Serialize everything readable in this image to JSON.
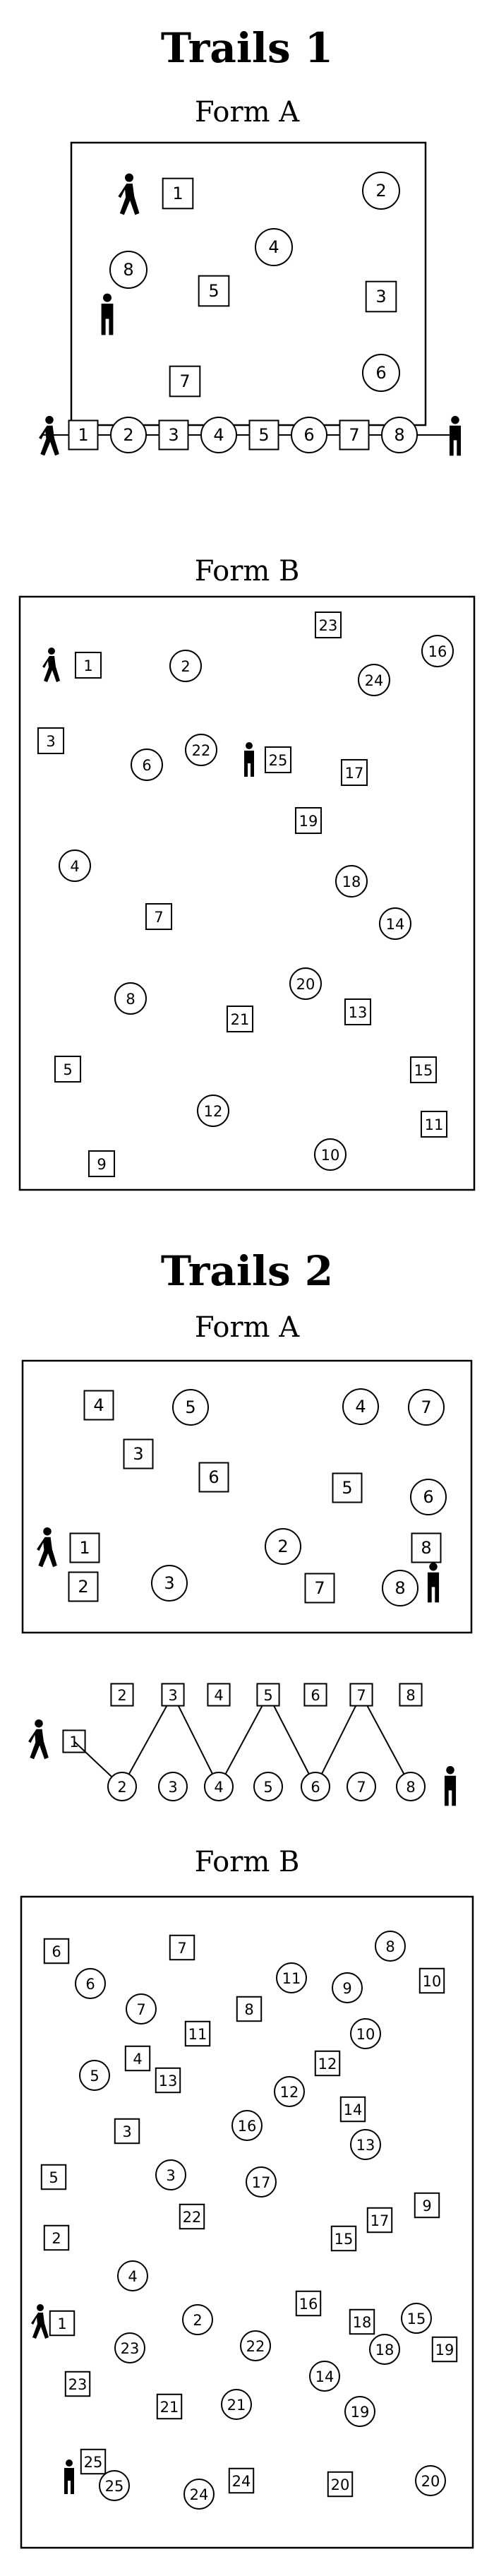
{
  "sections": [
    {
      "title": "Trails 1",
      "formA": {
        "label": "Form A",
        "items": [
          {
            "label": "1",
            "shape": "square"
          },
          {
            "label": "2",
            "shape": "circle"
          },
          {
            "label": "4",
            "shape": "circle"
          },
          {
            "label": "8",
            "shape": "circle"
          },
          {
            "label": "5",
            "shape": "square"
          },
          {
            "label": "3",
            "shape": "square"
          },
          {
            "label": "7",
            "shape": "square"
          },
          {
            "label": "6",
            "shape": "circle"
          }
        ],
        "sequence": [
          {
            "label": "1",
            "shape": "square"
          },
          {
            "label": "2",
            "shape": "circle"
          },
          {
            "label": "3",
            "shape": "square"
          },
          {
            "label": "4",
            "shape": "circle"
          },
          {
            "label": "5",
            "shape": "square"
          },
          {
            "label": "6",
            "shape": "circle"
          },
          {
            "label": "7",
            "shape": "square"
          },
          {
            "label": "8",
            "shape": "circle"
          }
        ]
      },
      "formB": {
        "label": "Form B",
        "items": [
          {
            "label": "23",
            "shape": "square"
          },
          {
            "label": "16",
            "shape": "circle"
          },
          {
            "label": "1",
            "shape": "square"
          },
          {
            "label": "2",
            "shape": "circle"
          },
          {
            "label": "24",
            "shape": "circle"
          },
          {
            "label": "3",
            "shape": "square"
          },
          {
            "label": "22",
            "shape": "circle"
          },
          {
            "label": "6",
            "shape": "circle"
          },
          {
            "label": "25",
            "shape": "square"
          },
          {
            "label": "17",
            "shape": "square"
          },
          {
            "label": "19",
            "shape": "square"
          },
          {
            "label": "4",
            "shape": "circle"
          },
          {
            "label": "18",
            "shape": "circle"
          },
          {
            "label": "7",
            "shape": "square"
          },
          {
            "label": "14",
            "shape": "circle"
          },
          {
            "label": "20",
            "shape": "circle"
          },
          {
            "label": "8",
            "shape": "circle"
          },
          {
            "label": "13",
            "shape": "square"
          },
          {
            "label": "21",
            "shape": "square"
          },
          {
            "label": "5",
            "shape": "square"
          },
          {
            "label": "15",
            "shape": "square"
          },
          {
            "label": "12",
            "shape": "circle"
          },
          {
            "label": "11",
            "shape": "square"
          },
          {
            "label": "10",
            "shape": "circle"
          },
          {
            "label": "9",
            "shape": "square"
          }
        ]
      }
    },
    {
      "title": "Trails 2",
      "formA": {
        "label": "Form A",
        "items": [
          {
            "label": "4",
            "shape": "square"
          },
          {
            "label": "5",
            "shape": "circle"
          },
          {
            "label": "4",
            "shape": "circle"
          },
          {
            "label": "7",
            "shape": "circle"
          },
          {
            "label": "3",
            "shape": "square"
          },
          {
            "label": "6",
            "shape": "square"
          },
          {
            "label": "5",
            "shape": "square"
          },
          {
            "label": "6",
            "shape": "circle"
          },
          {
            "label": "1",
            "shape": "square"
          },
          {
            "label": "2",
            "shape": "circle"
          },
          {
            "label": "8",
            "shape": "square"
          },
          {
            "label": "2",
            "shape": "square"
          },
          {
            "label": "3",
            "shape": "circle"
          },
          {
            "label": "7",
            "shape": "square"
          },
          {
            "label": "8",
            "shape": "circle"
          }
        ],
        "top_row": [
          "2",
          "3",
          "4",
          "5",
          "6",
          "7",
          "8"
        ],
        "bottom_row": [
          "2",
          "3",
          "4",
          "5",
          "6",
          "7",
          "8"
        ],
        "start_label": "1"
      },
      "formB": {
        "label": "Form B",
        "items": [
          {
            "label": "6",
            "shape": "square"
          },
          {
            "label": "7",
            "shape": "square"
          },
          {
            "label": "8",
            "shape": "circle"
          },
          {
            "label": "6",
            "shape": "circle"
          },
          {
            "label": "11",
            "shape": "circle"
          },
          {
            "label": "9",
            "shape": "circle"
          },
          {
            "label": "10",
            "shape": "square"
          },
          {
            "label": "7",
            "shape": "circle"
          },
          {
            "label": "8",
            "shape": "square"
          },
          {
            "label": "11",
            "shape": "square"
          },
          {
            "label": "10",
            "shape": "circle"
          },
          {
            "label": "4",
            "shape": "square"
          },
          {
            "label": "12",
            "shape": "square"
          },
          {
            "label": "5",
            "shape": "circle"
          },
          {
            "label": "13",
            "shape": "square"
          },
          {
            "label": "12",
            "shape": "circle"
          },
          {
            "label": "14",
            "shape": "square"
          },
          {
            "label": "3",
            "shape": "square"
          },
          {
            "label": "16",
            "shape": "circle"
          },
          {
            "label": "13",
            "shape": "circle"
          },
          {
            "label": "5",
            "shape": "square"
          },
          {
            "label": "3",
            "shape": "circle"
          },
          {
            "label": "17",
            "shape": "circle"
          },
          {
            "label": "9",
            "shape": "square"
          },
          {
            "label": "22",
            "shape": "square"
          },
          {
            "label": "17",
            "shape": "square"
          },
          {
            "label": "2",
            "shape": "square"
          },
          {
            "label": "15",
            "shape": "square"
          },
          {
            "label": "4",
            "shape": "circle"
          },
          {
            "label": "16",
            "shape": "square"
          },
          {
            "label": "15",
            "shape": "circle"
          },
          {
            "label": "1",
            "shape": "square"
          },
          {
            "label": "2",
            "shape": "circle"
          },
          {
            "label": "18",
            "shape": "square"
          },
          {
            "label": "23",
            "shape": "circle"
          },
          {
            "label": "22",
            "shape": "circle"
          },
          {
            "label": "18",
            "shape": "circle"
          },
          {
            "label": "19",
            "shape": "square"
          },
          {
            "label": "23",
            "shape": "square"
          },
          {
            "label": "14",
            "shape": "circle"
          },
          {
            "label": "21",
            "shape": "square"
          },
          {
            "label": "21",
            "shape": "circle"
          },
          {
            "label": "19",
            "shape": "circle"
          },
          {
            "label": "25",
            "shape": "square"
          },
          {
            "label": "25",
            "shape": "circle"
          },
          {
            "label": "24",
            "shape": "square"
          },
          {
            "label": "20",
            "shape": "square"
          },
          {
            "label": "20",
            "shape": "circle"
          },
          {
            "label": "24",
            "shape": "circle"
          }
        ]
      }
    }
  ]
}
